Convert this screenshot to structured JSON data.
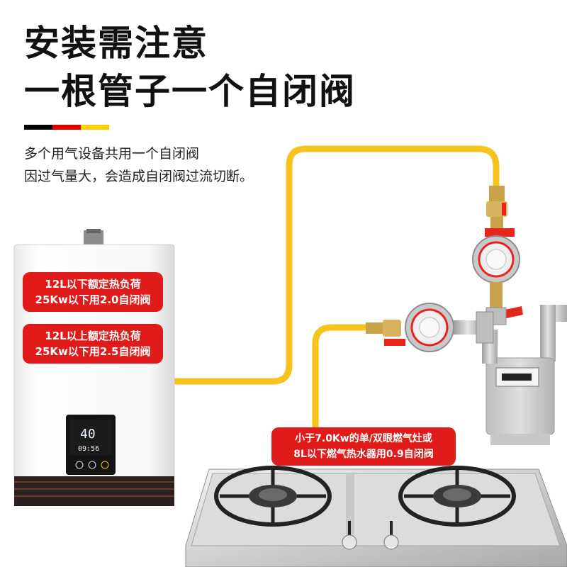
{
  "headline": {
    "line1": "安装需注意",
    "line2": "一根管子一个自闭阀"
  },
  "flag_colors": [
    "#000000",
    "#dd0000",
    "#ffce00"
  ],
  "description": {
    "line1": "多个用气设备共用一个自闭阀",
    "line2": "因过气量大，会造成自闭阀过流切断。"
  },
  "callouts": {
    "heater_small": {
      "line1": "12L以下额定热负荷",
      "line2": "25Kw以下用2.0自闭阀"
    },
    "heater_large": {
      "line1": "12L以上额定热负荷",
      "line2": "25Kw以下用2.5自闭阀"
    },
    "stove": {
      "line1": "小于7.0Kw的单/双眼燃气灶或",
      "line2": "8L以下燃气热水器用0.9自闭阀"
    }
  },
  "heater_display": {
    "temperature": "40",
    "clock": "09:56"
  },
  "colors": {
    "pipe": "#f6c21c",
    "badge": "#e11a1a",
    "valve_handle": "#e6261c",
    "brass": "#c9a24a"
  }
}
